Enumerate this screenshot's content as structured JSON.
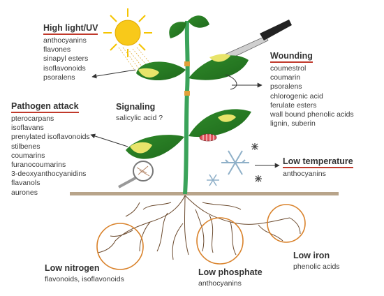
{
  "stresses": {
    "high_light": {
      "title": "High light/UV",
      "items": [
        "anthocyanins",
        "flavones",
        "sinapyl esters",
        "isoflavonoids",
        "psoralens"
      ]
    },
    "wounding": {
      "title": "Wounding",
      "items": [
        "coumestrol",
        "coumarin",
        "psoralens",
        "chlorogenic acid",
        "ferulate esters",
        "wall bound phenolic acids",
        "lignin, suberin"
      ]
    },
    "pathogen": {
      "title": "Pathogen attack",
      "items": [
        "pterocarpans",
        "isoflavans",
        "prenylated isoflavonoids",
        "stilbenes",
        "coumarins",
        "furanocoumarins",
        "3-deoxyanthocyanidins",
        "flavanols",
        "aurones"
      ]
    },
    "signaling": {
      "title": "Signaling",
      "items": [
        "salicylic acid ?"
      ]
    },
    "low_temperature": {
      "title": "Low temperature",
      "items": [
        "anthocyanins"
      ]
    },
    "low_nitrogen": {
      "title": "Low nitrogen",
      "items": [
        "flavonoids, isoflavonoids"
      ]
    },
    "low_phosphate": {
      "title": "Low phosphate",
      "items": [
        "anthocyanins"
      ]
    },
    "low_iron": {
      "title": "Low iron",
      "items": [
        "phenolic acids"
      ]
    }
  },
  "colors": {
    "leaf": "#2f8a2a",
    "leaf_light": "#e8e46a",
    "stem": "#3aa35a",
    "soil": "#b8a48a",
    "root": "#6b4a2e",
    "circle": "#d9822b",
    "underline": "#c0392b",
    "sun": "#f5c400",
    "snow": "#8fb0c8",
    "lesion": "#e2a13a"
  },
  "icons": [
    "sun-icon",
    "knife-icon",
    "caterpillar-icon",
    "snowflake-icon",
    "magnifier-icon"
  ]
}
